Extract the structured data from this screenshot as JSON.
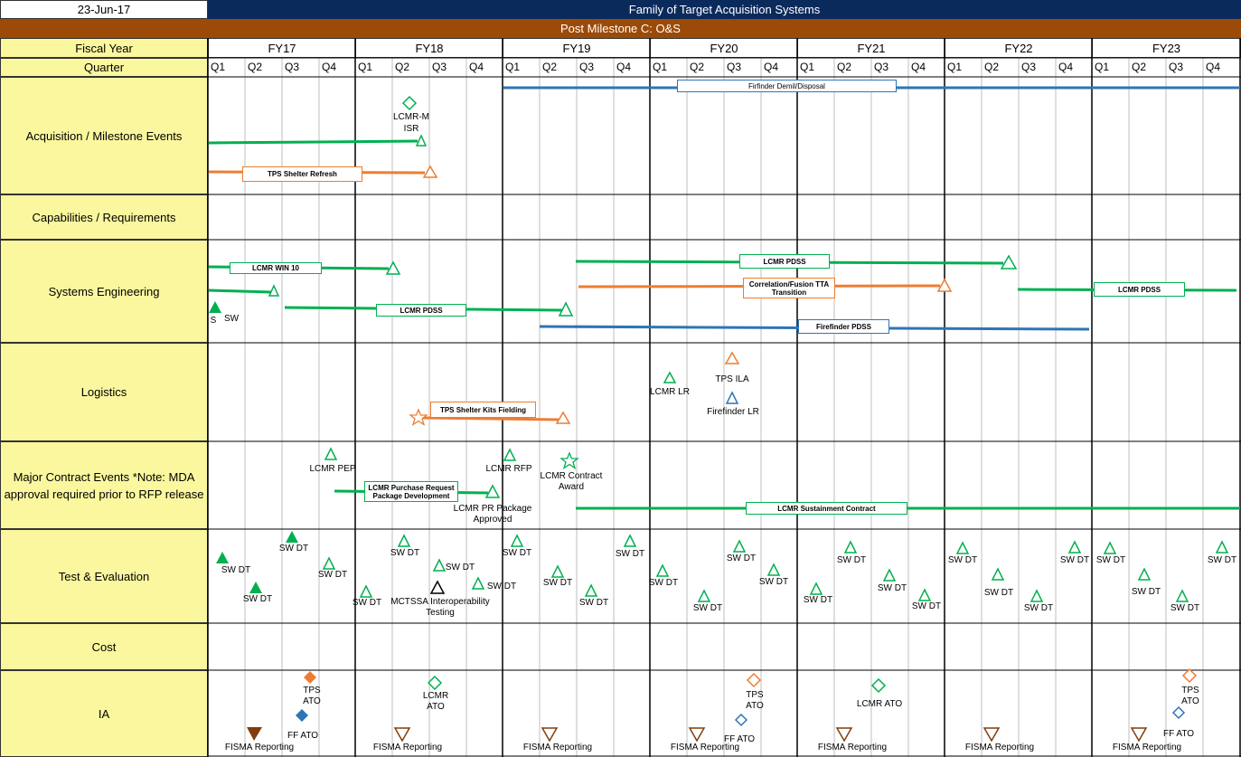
{
  "header": {
    "date": "23-Jun-17",
    "title": "Family of Target Acquisition Systems",
    "subtitle": "Post Milestone C: O&S"
  },
  "timeline": {
    "fiscal_year_label": "Fiscal Year",
    "quarter_label": "Quarter",
    "fiscal_years": [
      "FY17",
      "FY18",
      "FY19",
      "FY20",
      "FY21",
      "FY22",
      "FY23"
    ],
    "quarters": [
      "Q1",
      "Q2",
      "Q3",
      "Q4"
    ]
  },
  "rows": [
    {
      "label": "Acquisition / Milestone Events"
    },
    {
      "label": "Capabilities / Requirements"
    },
    {
      "label": "Systems Engineering"
    },
    {
      "label": "Logistics"
    },
    {
      "label": "Major Contract Events  *Note:  MDA approval required prior to RFP release"
    },
    {
      "label": "Test & Evaluation"
    },
    {
      "label": "Cost"
    },
    {
      "label": "IA"
    }
  ],
  "bar_labels": {
    "firfinder_demil": "Firfinder Demil/Disposal",
    "tps_shelter_refresh": "TPS Shelter Refresh",
    "lcmr_win10": "LCMR WIN 10",
    "lcmr_pdss_a": "LCMR PDSS",
    "lcmr_pdss_b": "LCMR PDSS",
    "lcmr_pdss_c": "LCMR PDSS",
    "correlation_tta": "Correlation/Fusion TTA Transition",
    "firefinder_pdss": "Firefinder PDSS",
    "tps_kits": "TPS Shelter Kits Fielding",
    "lcmr_purchase_request": "LCMR Purchase Request Package Development",
    "lcmr_sustainment": "LCMR Sustainment Contract"
  },
  "labels": {
    "lcmr_m": "LCMR-M",
    "isr": "ISR",
    "s": "S",
    "sw": "SW",
    "tps_ila": "TPS ILA",
    "lcmr_lr": "LCMR LR",
    "firefinder_lr": "Firefinder LR",
    "lcmr_pep": "LCMR PEP",
    "lcmr_rfp": "LCMR RFP",
    "lcmr_contract_award": "LCMR Contract Award",
    "lcmr_pr_approved": "LCMR PR Package Approved",
    "sw_dt": "SW DT",
    "mctssa": "MCTSSA Interoperability Testing",
    "tps_ato": "TPS ATO",
    "ff_ato": "FF ATO",
    "lcmr_ato": "LCMR ATO",
    "fisma_reporting": "FISMA Reporting"
  },
  "colors": {
    "green": "#00b050",
    "orange": "#ed7d31",
    "blue": "#2e75b6",
    "brown": "#843c0c",
    "navy": "#0b2a5c",
    "rust": "#9c4a07",
    "yellow": "#faf79e"
  }
}
